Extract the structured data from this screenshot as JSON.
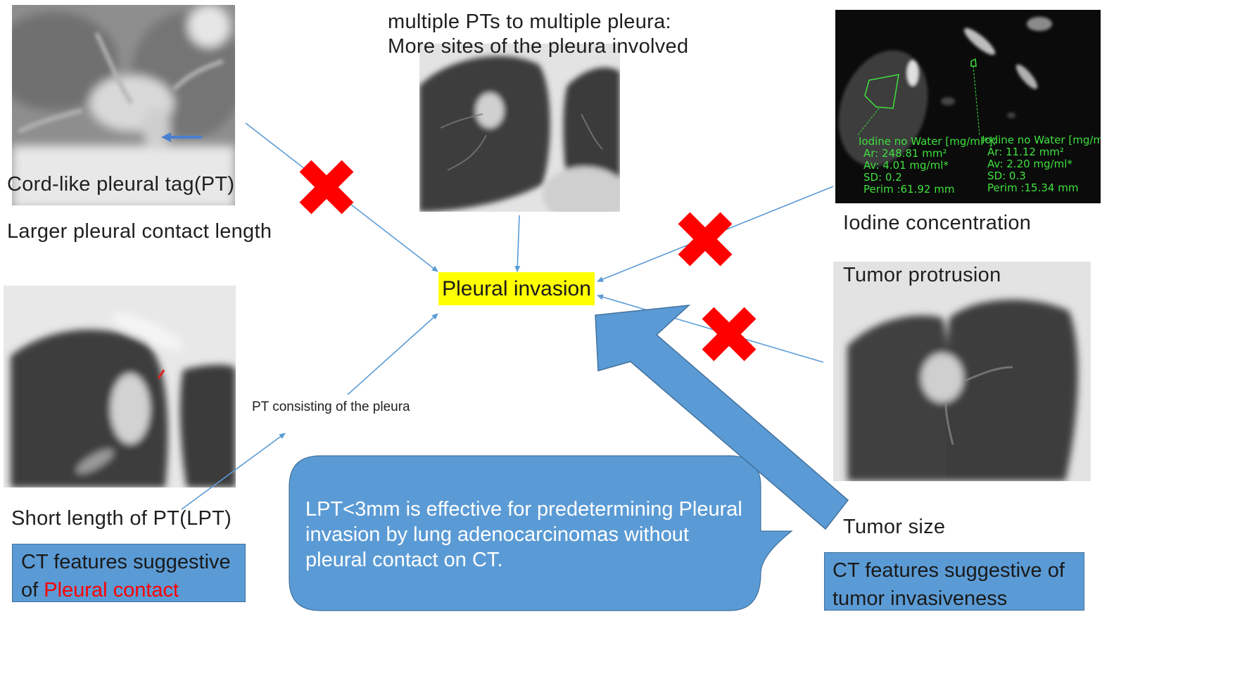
{
  "center": {
    "label": "Pleural invasion"
  },
  "top_center": {
    "line1": "multiple PTs to multiple pleura:",
    "line2": "More sites of the pleura involved"
  },
  "left_top": {
    "caption": "Cord-like pleural tag(PT)",
    "contact_length": "Larger pleural contact length"
  },
  "left_bottom": {
    "pt_consisting": "PT consisting of the pleura",
    "short_length": "Short length of PT(LPT)"
  },
  "left_box": {
    "line1": "CT features suggestive",
    "line2_prefix": "of ",
    "line2_highlight": "Pleural contact"
  },
  "right_top": {
    "caption": "Iodine concentration",
    "roi1": [
      "Iodine no Water [mg/ml*]:",
      "Ar: 248.81 mm²",
      "Av: 4.01 mg/ml*",
      "SD: 0.2",
      "Perim :61.92 mm"
    ],
    "roi2": [
      "Iodine no Water [mg/ml*]:",
      "Ar: 11.12 mm²",
      "Av: 2.20 mg/ml*",
      "SD: 0.3",
      "Perim :15.34 mm"
    ]
  },
  "right_mid": {
    "caption": "Tumor protrusion"
  },
  "right_bottom": {
    "tumor_size": "Tumor size",
    "box_line1": "CT features suggestive of",
    "box_line2": "tumor invasiveness"
  },
  "callout": {
    "line1": "LPT<3mm is effective for predetermining Pleural",
    "line2": "invasion by lung adenocarcinomas without",
    "line3": "pleural contact on CT."
  },
  "colors": {
    "highlight_yellow": "#ffff00",
    "box_blue": "#5b9bd5",
    "cross_red": "#ff0000",
    "contact_red": "#ff0000",
    "arrow_blue": "#5b9bd5",
    "roi_green": "#3fe03f"
  }
}
